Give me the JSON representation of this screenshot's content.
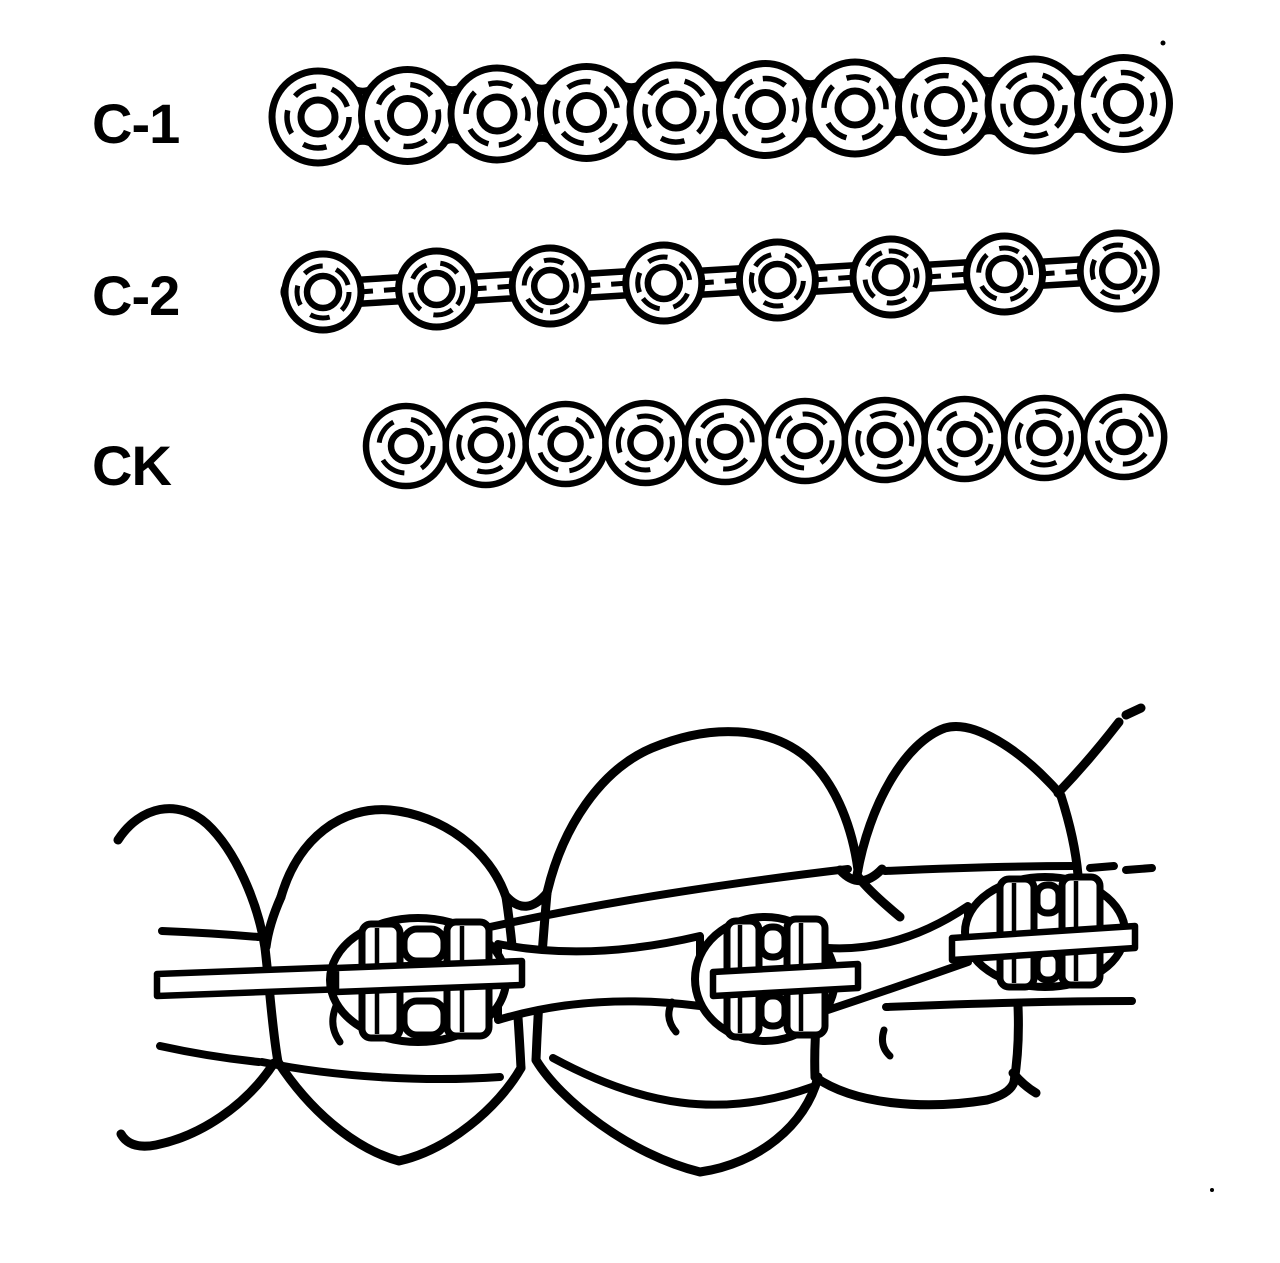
{
  "page": {
    "background": "#ffffff",
    "ink": "#000000"
  },
  "chains": {
    "rows": [
      {
        "id": "c1",
        "label": "C-1",
        "links": 10,
        "style": "closed",
        "description": "elastomeric chain with links joined directly (closed)"
      },
      {
        "id": "c2",
        "label": "C-2",
        "links": 8,
        "style": "connector",
        "description": "elastomeric chain with links joined by short connectors"
      },
      {
        "id": "ck",
        "label": "CK",
        "links": 10,
        "style": "separate",
        "description": "row of touching elastomeric rings without connectors"
      }
    ]
  },
  "illustration": {
    "name": "elastomeric-chain-stretched-across-three-brackets-on-teeth",
    "teeth_shown": 4,
    "brackets_shown": 3
  }
}
